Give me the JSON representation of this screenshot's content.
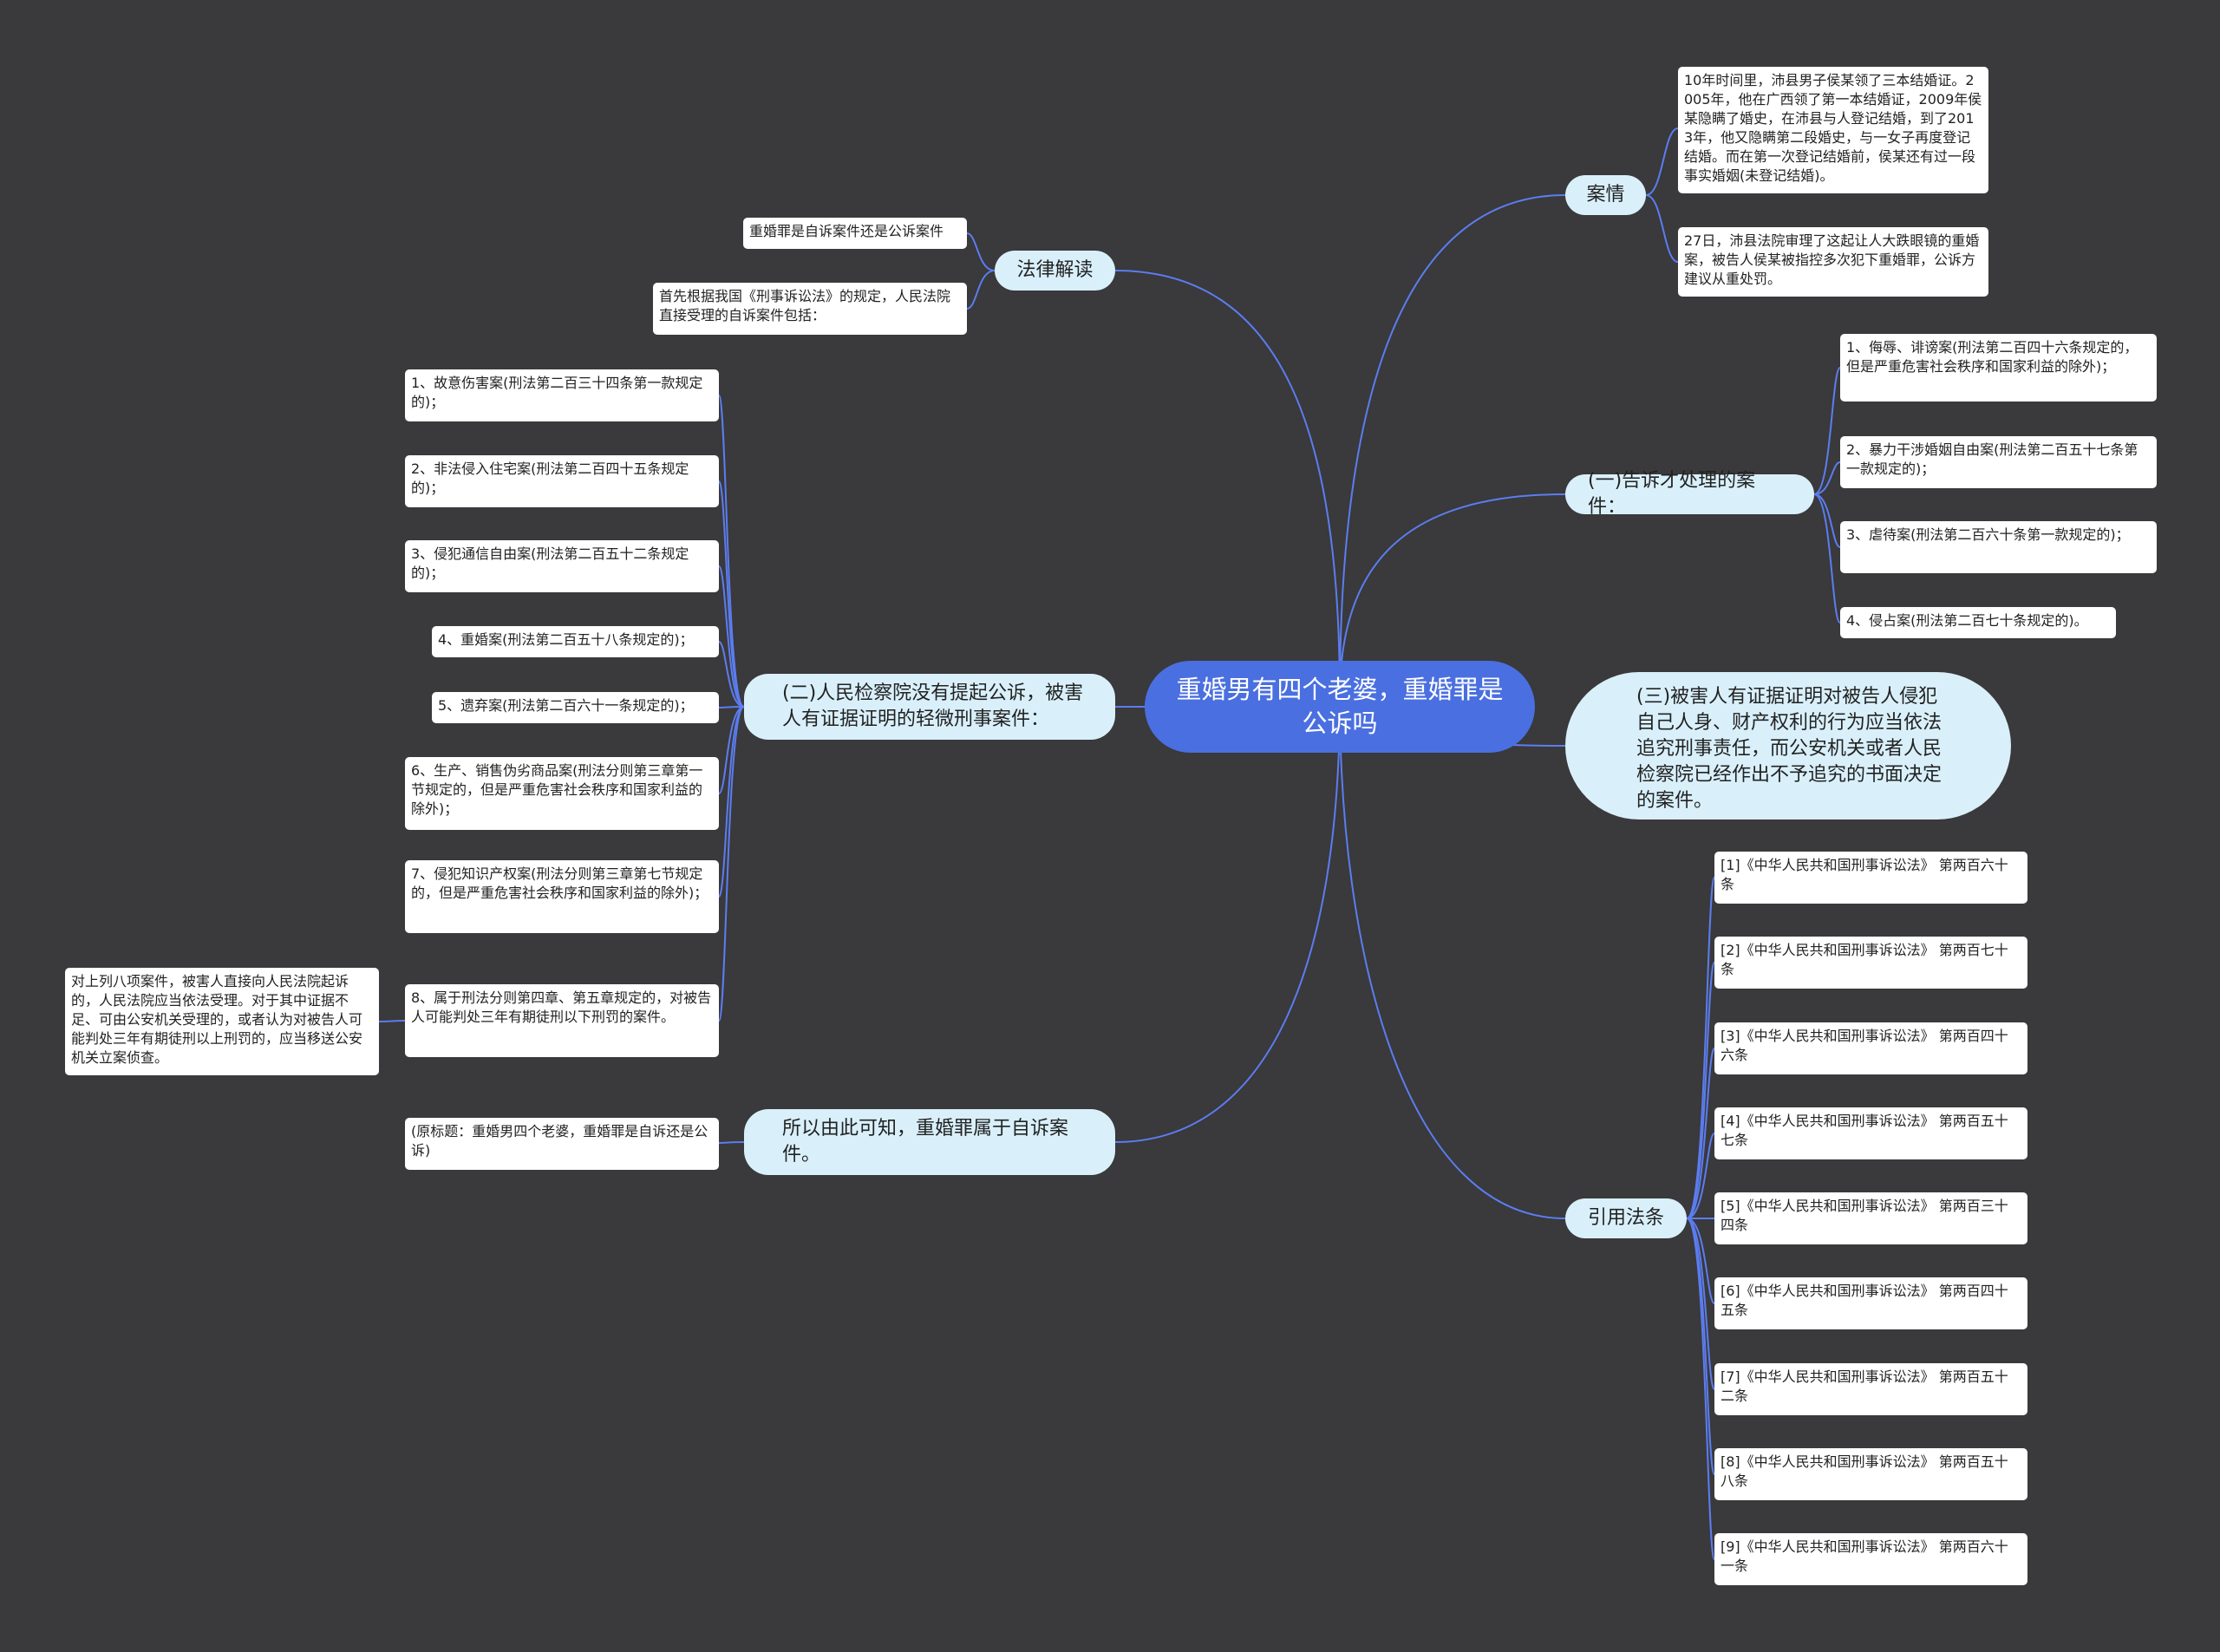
{
  "colors": {
    "background": "#3a393b",
    "root": "#4a6fe0",
    "branch": "#d9f0fb",
    "leaf": "#ffffff",
    "line": "#5b7df0"
  },
  "root": {
    "title": "重婚男有四个老婆，重婚罪是公诉吗"
  },
  "law_reading": {
    "label": "法律解读",
    "items": [
      "重婚罪是自诉案件还是公诉案件",
      "首先根据我国《刑事诉讼法》的规定，人民法院直接受理的自诉案件包括："
    ]
  },
  "procuratorate": {
    "label": "(二)人民检察院没有提起公诉，被害人有证据证明的轻微刑事案件：",
    "items": [
      "1、故意伤害案(刑法第二百三十四条第一款规定的)；",
      "2、非法侵入住宅案(刑法第二百四十五条规定的)；",
      "3、侵犯通信自由案(刑法第二百五十二条规定的)；",
      "4、重婚案(刑法第二百五十八条规定的)；",
      "5、遗弃案(刑法第二百六十一条规定的)；",
      "6、生产、销售伪劣商品案(刑法分则第三章第一节规定的，但是严重危害社会秩序和国家利益的除外)；",
      "7、侵犯知识产权案(刑法分则第三章第七节规定的，但是严重危害社会秩序和国家利益的除外)；",
      "8、属于刑法分则第四章、第五章规定的，对被告人可能判处三年有期徒刑以下刑罚的案件。"
    ],
    "note": "对上列八项案件，被害人直接向人民法院起诉的，人民法院应当依法受理。对于其中证据不足、可由公安机关受理的，或者认为对被告人可能判处三年有期徒刑以上刑罚的，应当移送公安机关立案侦查。"
  },
  "conclusion": {
    "label": "所以由此可知，重婚罪属于自诉案件。",
    "items": [
      "(原标题：重婚男四个老婆，重婚罪是自诉还是公诉)"
    ]
  },
  "case": {
    "label": "案情",
    "items": [
      "10年时间里，沛县男子侯某领了三本结婚证。2005年，他在广西领了第一本结婚证，2009年侯某隐瞒了婚史，在沛县与人登记结婚，到了2013年，他又隐瞒第二段婚史，与一女子再度登记结婚。而在第一次登记结婚前，侯某还有过一段事实婚姻(未登记结婚)。",
      "27日，沛县法院审理了这起让人大跌眼镜的重婚案，被告人侯某被指控多次犯下重婚罪，公诉方建议从重处罚。"
    ]
  },
  "complaint": {
    "label": "(一)告诉才处理的案件：",
    "items": [
      "1、侮辱、诽谤案(刑法第二百四十六条规定的，但是严重危害社会秩序和国家利益的除外)；",
      "2、暴力干涉婚姻自由案(刑法第二百五十七条第一款规定的)；",
      "3、虐待案(刑法第二百六十条第一款规定的)；",
      "4、侵占案(刑法第二百七十条规定的)。"
    ]
  },
  "evidence": {
    "label": "(三)被害人有证据证明对被告人侵犯自己人身、财产权利的行为应当依法追究刑事责任，而公安机关或者人民检察院已经作出不予追究的书面决定的案件。"
  },
  "citations": {
    "label": "引用法条",
    "items": [
      "[1]《中华人民共和国刑事诉讼法》 第两百六十条",
      "[2]《中华人民共和国刑事诉讼法》 第两百七十条",
      "[3]《中华人民共和国刑事诉讼法》 第两百四十六条",
      "[4]《中华人民共和国刑事诉讼法》 第两百五十七条",
      "[5]《中华人民共和国刑事诉讼法》 第两百三十四条",
      "[6]《中华人民共和国刑事诉讼法》 第两百四十五条",
      "[7]《中华人民共和国刑事诉讼法》 第两百五十二条",
      "[8]《中华人民共和国刑事诉讼法》 第两百五十八条",
      "[9]《中华人民共和国刑事诉讼法》 第两百六十一条"
    ]
  }
}
